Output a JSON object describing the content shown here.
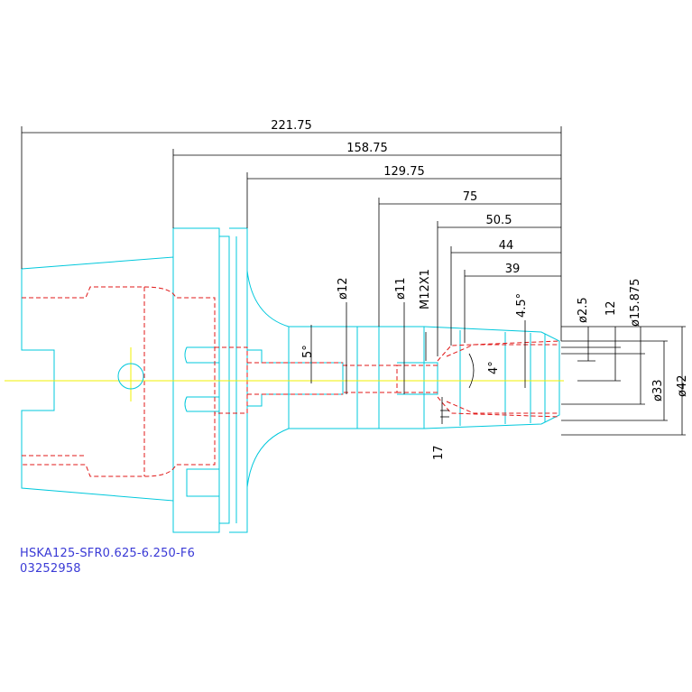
{
  "drawing": {
    "part_number": "HSKA125-SFR0.625-6.250-F6",
    "code": "03252958",
    "colors": {
      "outline": "#00c8dc",
      "hidden": "#e01818",
      "centerline": "#f0f000",
      "dimension": "#000000",
      "caption": "#3a3ad6"
    },
    "lengths": {
      "total": "221.75",
      "flange": "158.75",
      "taper_start": "129.75",
      "body": "75",
      "thread_start": "50.5",
      "collet_depth": "44",
      "collet_bore": "39"
    },
    "vertical_labels": {
      "bore_a": "ø12",
      "bore_b": "ø11",
      "thread": "M12X1",
      "taper_angle": "4.5°",
      "hole": "ø2.5",
      "width": "12",
      "grip": "ø15.875",
      "neck": "17"
    },
    "diameters": {
      "body": "ø33",
      "nose": "ø42"
    },
    "angles": {
      "cone": "5°",
      "inner": "4°"
    }
  }
}
